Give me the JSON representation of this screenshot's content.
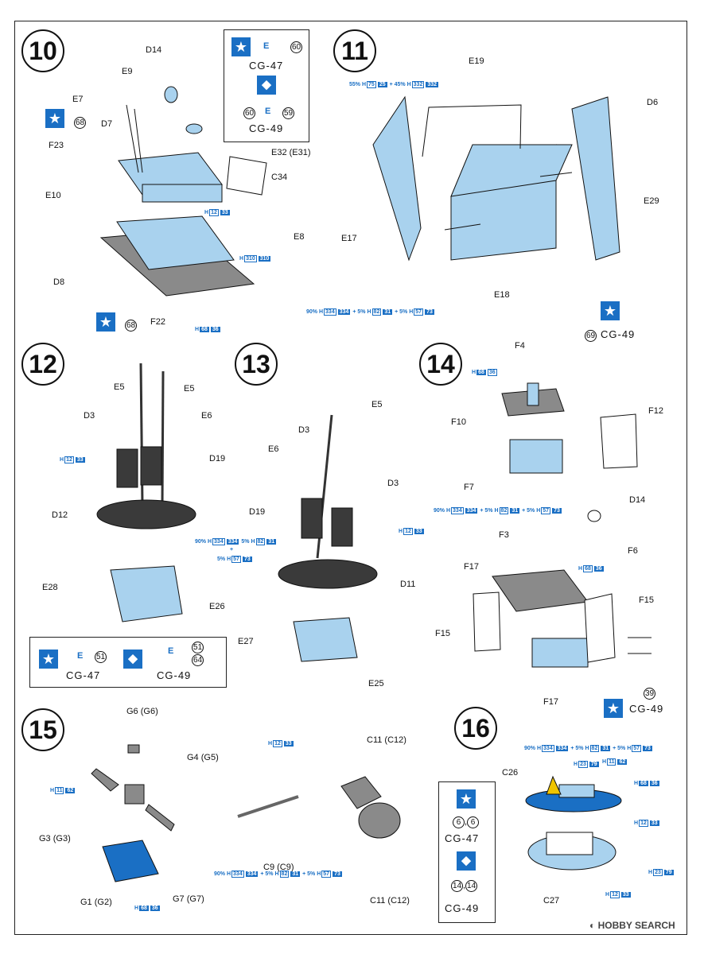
{
  "steps": [
    {
      "num": "10"
    },
    {
      "num": "11"
    },
    {
      "num": "12"
    },
    {
      "num": "13"
    },
    {
      "num": "14"
    },
    {
      "num": "15"
    },
    {
      "num": "16"
    }
  ],
  "ships": {
    "a": "CG-47",
    "b": "CG-49"
  },
  "s10": {
    "parts": [
      "D14",
      "E9",
      "E7",
      "D7",
      "F23",
      "E10",
      "D8",
      "F22",
      "E32 (E31)",
      "C34",
      "E8"
    ],
    "circ68": "68",
    "circ60": "60",
    "circ59": "59",
    "e": "E",
    "paint1": {
      "h": "H",
      "n1": "12",
      "n2": "33"
    },
    "paint2": {
      "h": "H",
      "n1": "310",
      "n2": "310"
    },
    "paint3": {
      "h": "H",
      "n1": "68",
      "n2": "36"
    }
  },
  "s11": {
    "parts": [
      "E19",
      "D6",
      "E29",
      "E17",
      "E18"
    ],
    "paint_top": {
      "p1": "55%",
      "h": "H",
      "n1": "75",
      "n2": "25",
      "plus": "+",
      "p2": "45%",
      "n3": "332",
      "n4": "332"
    },
    "paint_long": {
      "p1": "90%",
      "n1": "334",
      "n2": "334",
      "p2": "5%",
      "n3": "82",
      "n4": "31",
      "p3": "5%",
      "n5": "57",
      "n6": "73",
      "plus": "+",
      "h": "H"
    },
    "circ69": "69"
  },
  "s12": {
    "parts": [
      "E5",
      "E5",
      "D3",
      "E6",
      "D19",
      "D12",
      "E28",
      "E26"
    ],
    "paint1": {
      "h": "H",
      "n1": "12",
      "n2": "33"
    },
    "paint_mix": {
      "p1": "90%",
      "n1": "334",
      "n2": "334",
      "p2": "5%",
      "n3": "82",
      "n4": "31",
      "plus": "+",
      "p3": "5%",
      "n5": "57",
      "n6": "73",
      "h": "H"
    },
    "circ51": "51",
    "circ64": "64",
    "e": "E"
  },
  "s13": {
    "parts": [
      "E5",
      "D3",
      "E6",
      "D3",
      "D19",
      "D11",
      "E27",
      "E25"
    ],
    "paint1": {
      "h": "H",
      "n1": "12",
      "n2": "33"
    }
  },
  "s14": {
    "parts": [
      "F4",
      "F12",
      "F10",
      "F7",
      "D14",
      "F6",
      "F3",
      "F17",
      "F15",
      "F15",
      "F17"
    ],
    "paint1": {
      "h": "H",
      "n1": "68",
      "n2": "36"
    },
    "paint2": {
      "h": "H",
      "n1": "68",
      "n2": "36"
    },
    "circ39": "39"
  },
  "s15": {
    "parts": [
      "G6 (G6)",
      "G4 (G5)",
      "G3 (G3)",
      "G1 (G2)",
      "G7 (G7)",
      "C11 (C12)",
      "C9 (C9)",
      "C11 (C12)"
    ],
    "paint1": {
      "h": "H",
      "n1": "11",
      "n2": "62"
    },
    "paint2": {
      "h": "H",
      "n1": "12",
      "n2": "33"
    },
    "paint3": {
      "h": "H",
      "n1": "68",
      "n2": "36"
    }
  },
  "s16": {
    "parts": [
      "C26",
      "C27"
    ],
    "circ6": "6",
    "comma": ",",
    "circ14": "14",
    "paint1": {
      "h": "H",
      "n1": "23",
      "n2": "79"
    },
    "paint2": {
      "h": "H",
      "n1": "11",
      "n2": "62"
    },
    "paint3": {
      "h": "H",
      "n1": "68",
      "n2": "36"
    },
    "paint4": {
      "h": "H",
      "n1": "12",
      "n2": "33"
    },
    "paint5": {
      "h": "H",
      "n1": "23",
      "n2": "79"
    },
    "paint6": {
      "h": "H",
      "n1": "12",
      "n2": "33"
    }
  },
  "footer": {
    "logo_text": "HOBBY SEARCH"
  },
  "colors": {
    "part_blue": "#a9d2ee",
    "part_gray": "#8a8a8a",
    "dark": "#3a3a3a",
    "accent": "#1a6fc4"
  }
}
